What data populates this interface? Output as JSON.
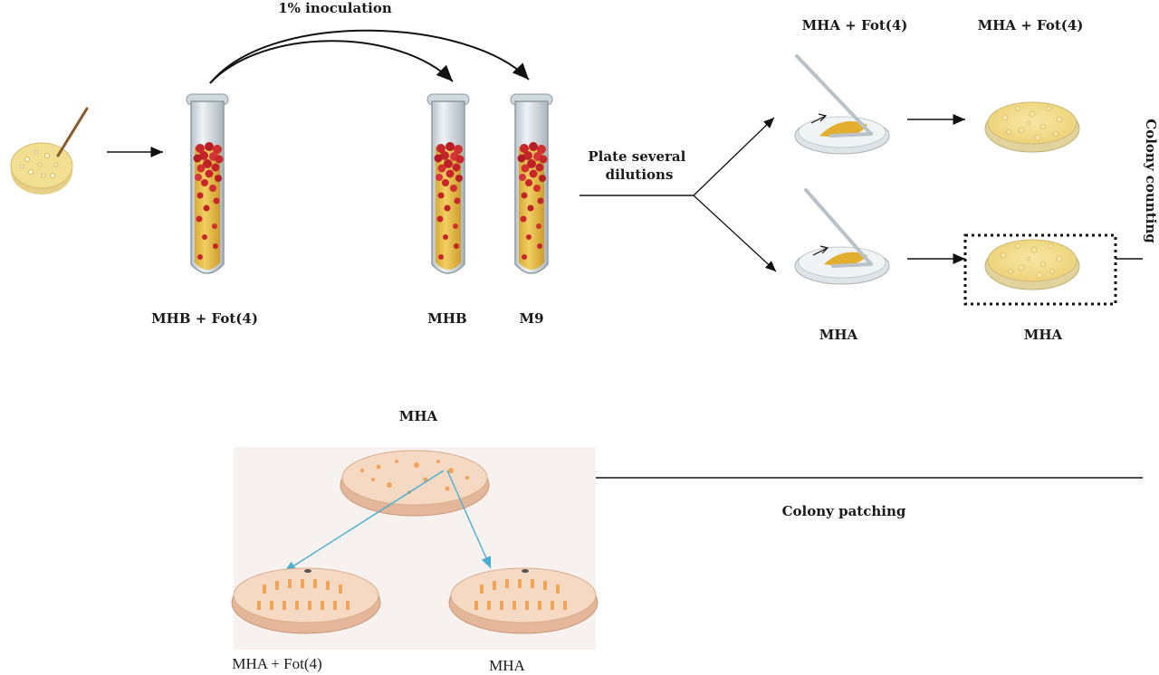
{
  "top": {
    "inoculation_label": "1% inoculation",
    "tube_labels": [
      "MHB + Fot(4)",
      "MHB",
      "M9"
    ],
    "plate_dilutions_label": "Plate several dilutions",
    "plate_top_labels": [
      "MHA + Fot(4)",
      "MHA + Fot(4)"
    ],
    "plate_bottom_labels": [
      "MHA",
      "MHA"
    ],
    "colony_counting_label": "Colony counting"
  },
  "bottom": {
    "source_plate_label": "MHA",
    "colony_patching_label": "Colony patching",
    "target_plate_labels": [
      "MHA + Fot(4)",
      "MHA"
    ]
  },
  "colors": {
    "broth": "#e8c255",
    "cells": "#c8262a",
    "agar": "#f3dc8f",
    "patch_plate": "#f3d2b8",
    "patch_colony": "#f0a35a",
    "transfer_arrow": "#4aaed0"
  }
}
